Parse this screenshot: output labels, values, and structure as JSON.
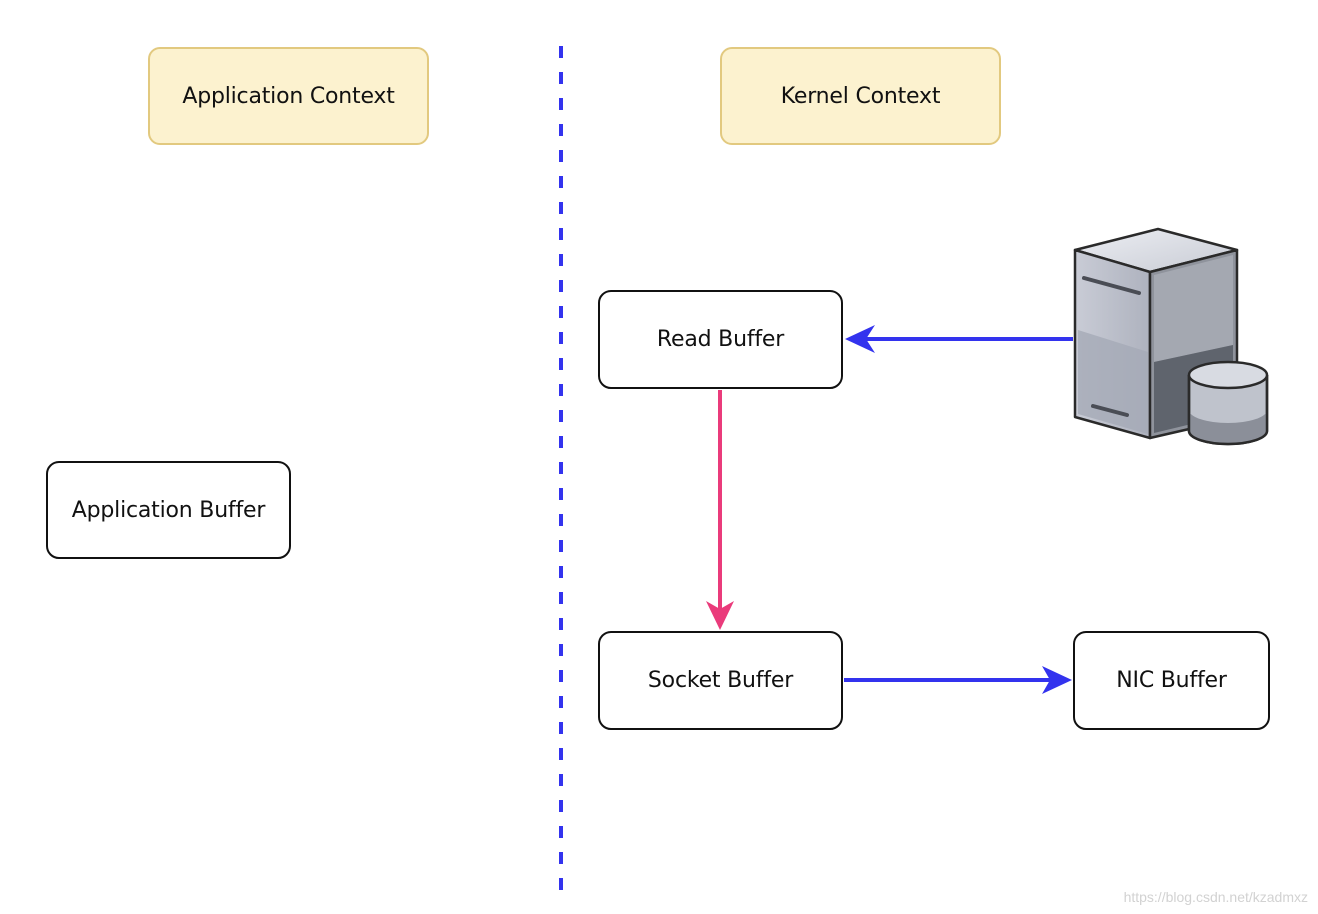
{
  "contexts": {
    "application": "Application Context",
    "kernel": "Kernel Context"
  },
  "buffers": {
    "application": "Application Buffer",
    "read": "Read Buffer",
    "socket": "Socket Buffer",
    "nic": "NIC Buffer"
  },
  "edges": [
    {
      "from": "disk-server-icon",
      "to": "read-buffer",
      "color": "#3333ee"
    },
    {
      "from": "read-buffer",
      "to": "socket-buffer",
      "color": "#ea3b7b"
    },
    {
      "from": "socket-buffer",
      "to": "nic-buffer",
      "color": "#3333ee"
    }
  ],
  "colors": {
    "divider": "#3333ee",
    "dma_arrow": "#3333ee",
    "copy_arrow": "#ea3b7b",
    "context_fill": "#fcf2cf",
    "context_border": "#e2c97f"
  },
  "icons": {
    "server": "disk-server-icon"
  },
  "watermark": "https://blog.csdn.net/kzadmxz"
}
